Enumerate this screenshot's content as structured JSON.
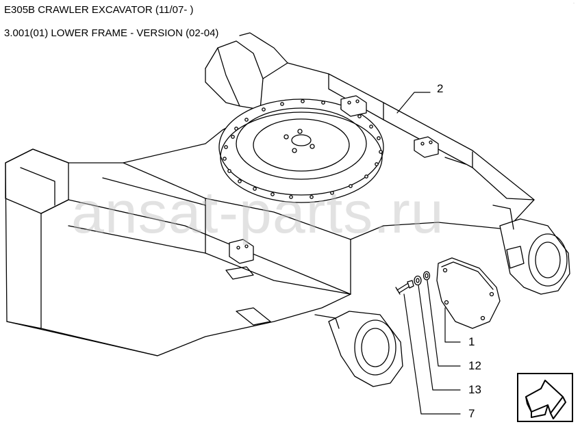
{
  "header": {
    "title": "E305B CRAWLER EXCAVATOR (11/07- )",
    "subtitle": "3.001(01) LOWER FRAME - VERSION (02-04)"
  },
  "callouts": {
    "c2": "2",
    "c1": "1",
    "c12": "12",
    "c13": "13",
    "c7": "7"
  },
  "watermark": "ansat-parts.ru",
  "nav": {
    "icon": "arrow-next-icon"
  }
}
